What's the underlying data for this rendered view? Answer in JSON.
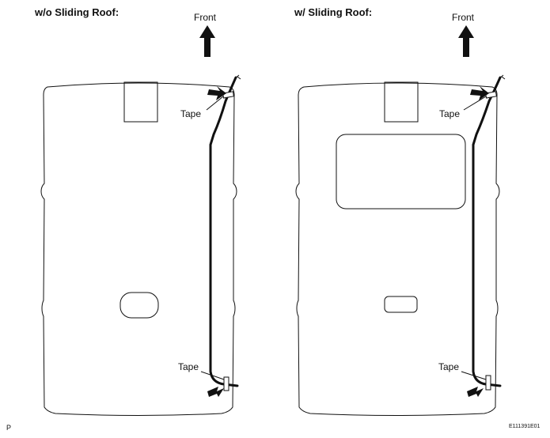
{
  "panels": {
    "left": {
      "heading": "w/o Sliding Roof:",
      "front": "Front",
      "tape_top": "Tape",
      "tape_bottom": "Tape"
    },
    "right": {
      "heading": "w/ Sliding Roof:",
      "front": "Front",
      "tape_top": "Tape",
      "tape_bottom": "Tape"
    }
  },
  "corner_mark": "P",
  "figure_id": "E111391E01",
  "colors": {
    "ink": "#111111",
    "background": "#ffffff"
  }
}
